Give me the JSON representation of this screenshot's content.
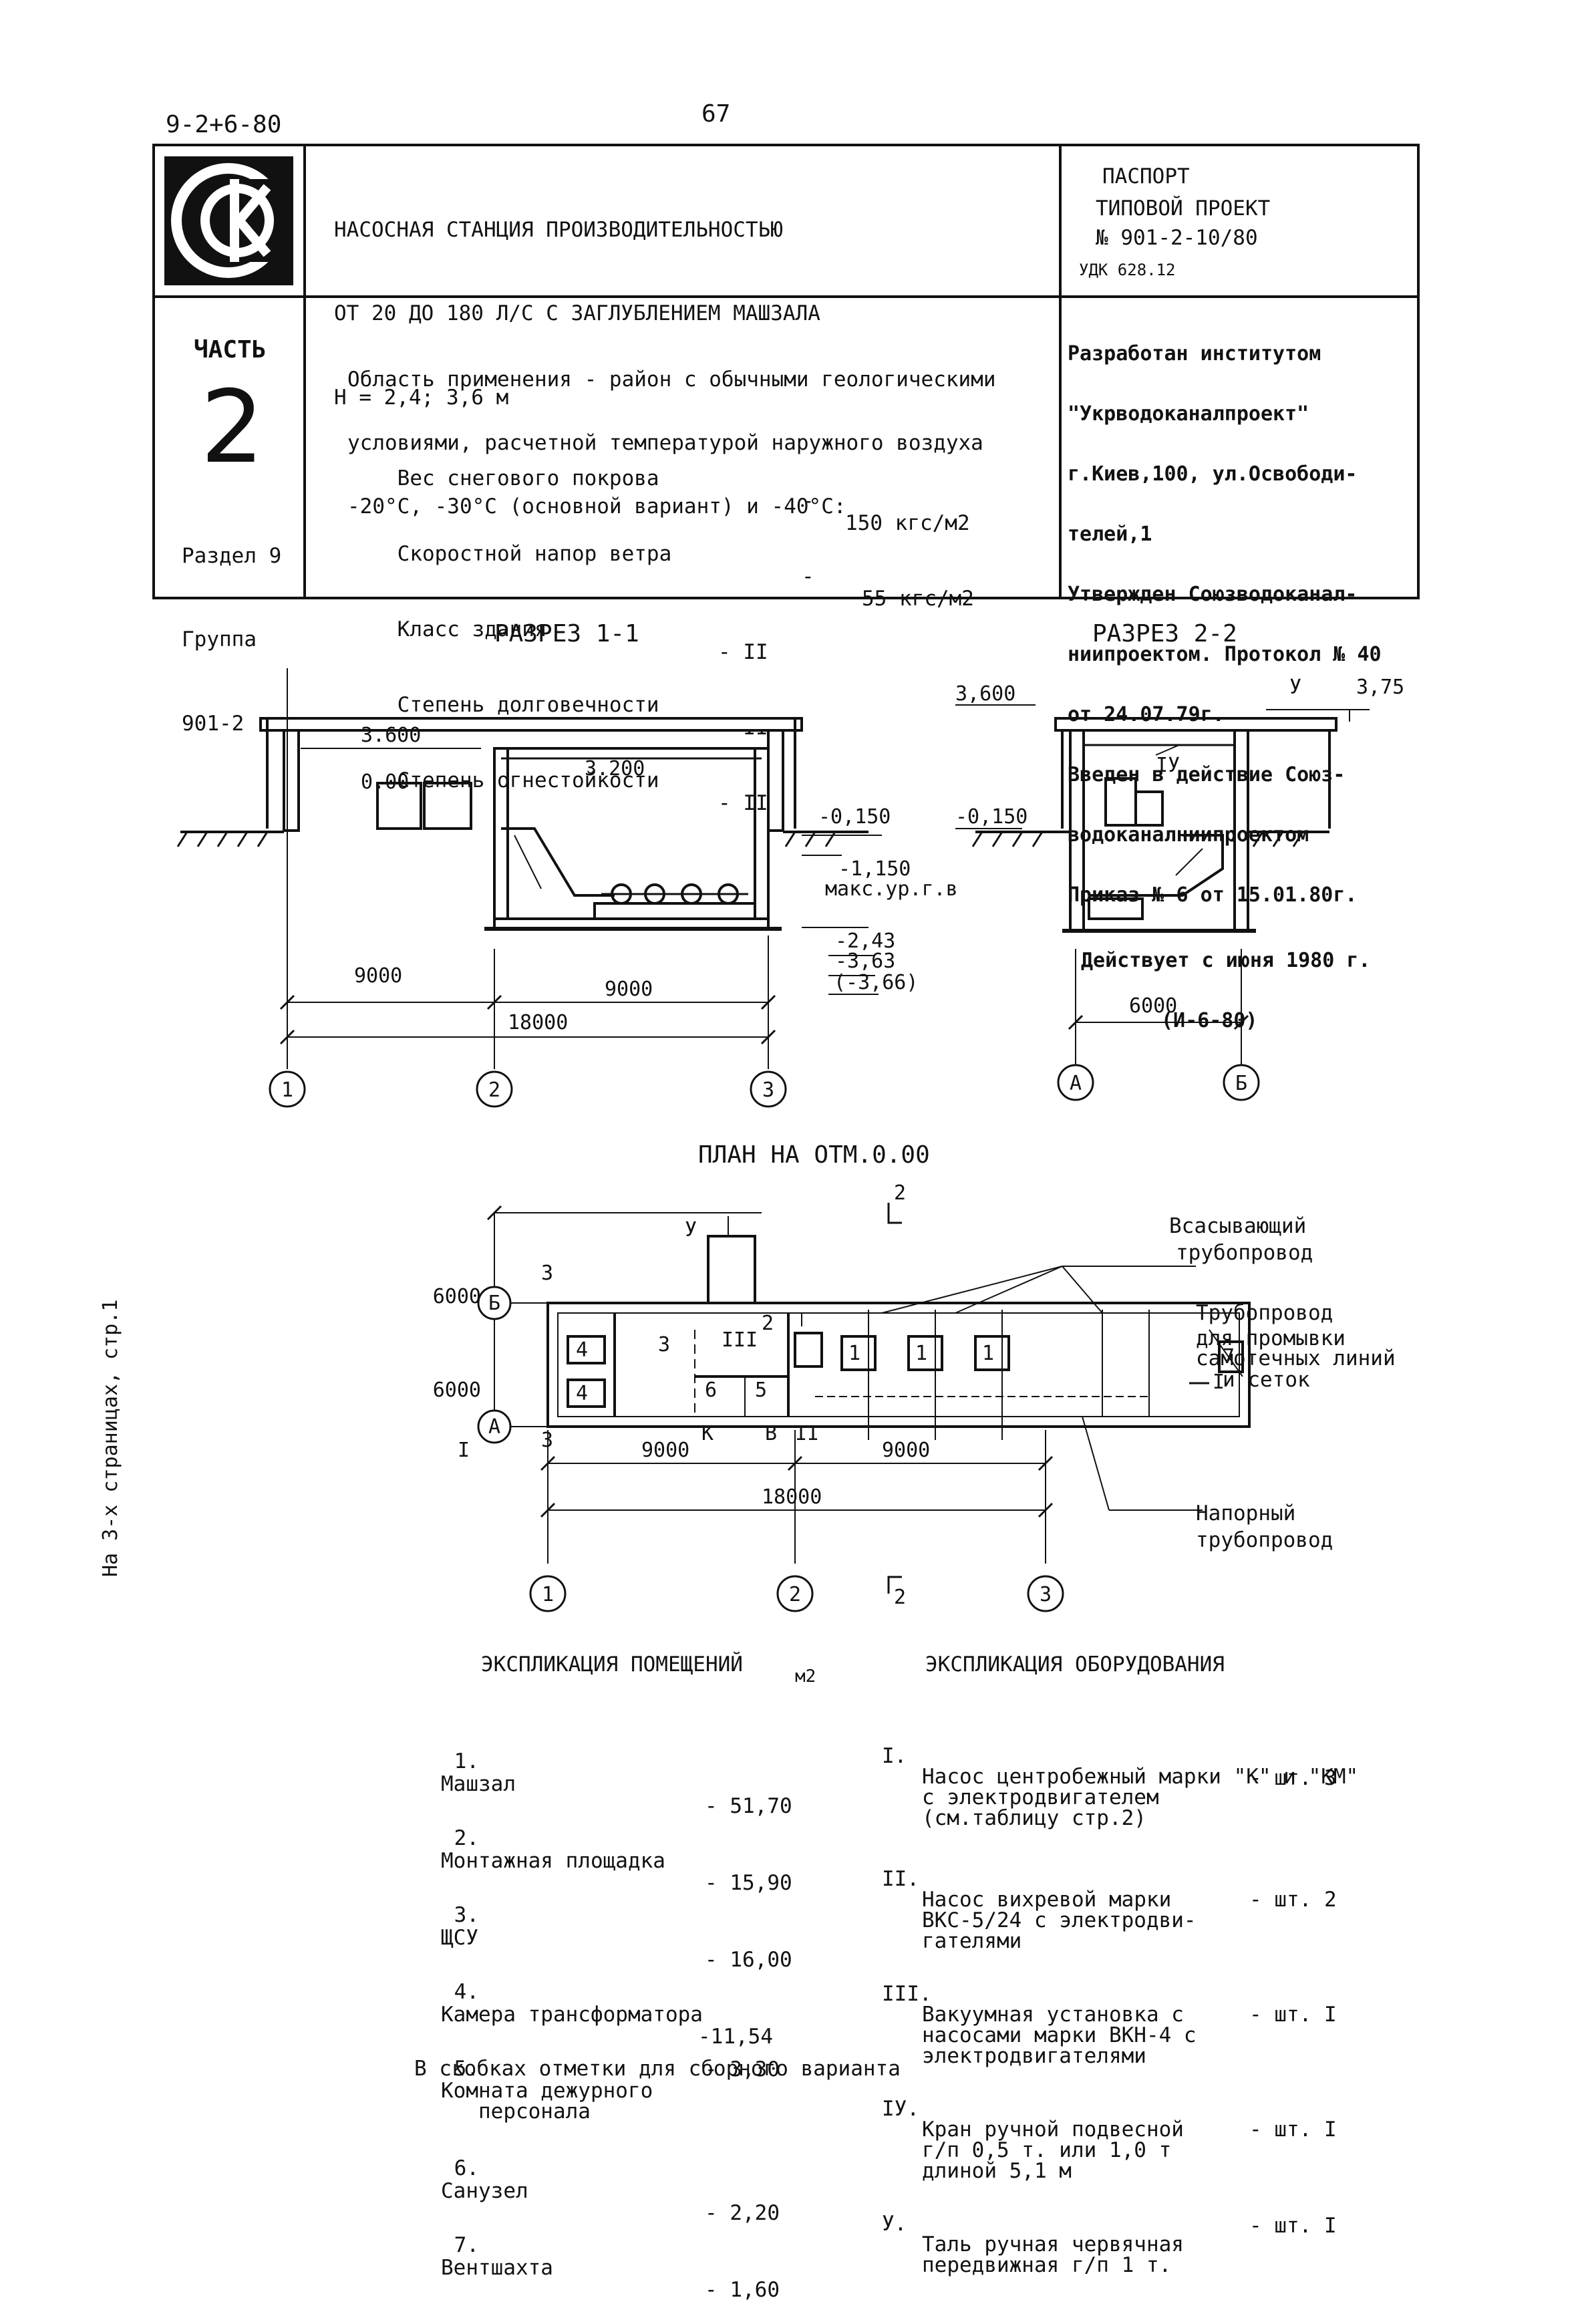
{
  "header": {
    "code_top_left": "9-2+6-80",
    "page_number": "67",
    "title_lines": [
      "НАСОСНАЯ СТАНЦИЯ ПРОИЗВОДИТЕЛЬНОСТЬЮ",
      "ОТ 20 ДО 180 Л/С С ЗАГЛУБЛЕНИЕМ МАШЗАЛА",
      "Н = 2,4; 3,6 м"
    ],
    "passport": "ПАСПОРТ",
    "project_type": "ТИПОВОЙ ПРОЕКТ",
    "project_number": "№ 901-2-10/80",
    "udk": "УДК 628.12",
    "logo": "seal-logo-ck"
  },
  "part": {
    "label": "ЧАСТЬ",
    "number": "2",
    "section": "Раздел 9",
    "group": "Группа",
    "group_code": "901-2"
  },
  "application": {
    "lines": [
      "Область применения - район с обычными геологическими",
      "условиями, расчетной температурой наружного воздуха",
      "-20°С, -30°С (основной вариант) и -40°С:"
    ],
    "params": [
      {
        "name": "Вес снегового покрова",
        "dash": "-",
        "value": "150 кгс/м2"
      },
      {
        "name": "Скоростной напор ветра",
        "dash": "-",
        "value": "55 кгс/м2"
      },
      {
        "name": "Класс здания",
        "dash": "- II",
        "value": ""
      },
      {
        "name": "Степень долговечности",
        "dash": "- II",
        "value": ""
      },
      {
        "name": "Степень огнестойкости",
        "dash": "- II",
        "value": ""
      }
    ]
  },
  "developer": {
    "lines": [
      "Разработан институтом",
      "\"Укрводоканалпроект\"",
      "г.Киев,100, ул.Освободи-",
      "телей,1",
      "Утвержден Союзводоканал-",
      "ниипроектом. Протокол № 40",
      "от 24.07.79г.",
      "Введен в действие Союз-",
      "водоканалниипроектом",
      "Приказ № 6 от 15.01.80г.",
      "Действует с июня 1980 г.",
      "(И-6-80)"
    ]
  },
  "section11": {
    "title": "РАЗРЕЗ 1-1",
    "marks": [
      "3.600",
      "3.200",
      "0.00",
      "-0,150",
      "-1,150",
      "макс.ур.г.в.",
      "-2,43",
      "-3,63",
      "(-3,66)"
    ],
    "dims": [
      "9000",
      "9000",
      "18000"
    ],
    "axes": [
      "1",
      "2",
      "3"
    ]
  },
  "section22": {
    "title": "РАЗРЕЗ 2-2",
    "marks": [
      "3,600",
      "-0,150",
      "3,75",
      "У",
      "IУ"
    ],
    "dims": [
      "6000"
    ],
    "axes": [
      "А",
      "Б"
    ]
  },
  "plan": {
    "title": "ПЛАН НА ОТМ.0.00",
    "dims_vertical": [
      "6000",
      "6000"
    ],
    "dims_horizontal": [
      "9000",
      "9000",
      "18000"
    ],
    "axes_rows": [
      "Б",
      "А"
    ],
    "axes_cols": [
      "1",
      "2",
      "3"
    ],
    "room_numbers": [
      "4",
      "4",
      "3",
      "6",
      "5",
      "2",
      "7",
      "1",
      "1",
      "1"
    ],
    "equipment_marks": [
      "III",
      "У",
      "II",
      "К",
      "В"
    ],
    "section_marks": [
      "2",
      "2",
      "I",
      "I",
      "3",
      "3"
    ],
    "callouts": [
      [
        "Всасывающий",
        "трубопровод"
      ],
      [
        "Трубопровод",
        "для промывки",
        "самотечных линий",
        "и сеток"
      ],
      [
        "Напорный",
        "трубопровод"
      ]
    ]
  },
  "rooms": {
    "title": "ЭКСПЛИКАЦИЯ ПОМЕЩЕНИЙ",
    "unit": "м2",
    "items": [
      {
        "n": "1.",
        "name": "Машзал",
        "area": "- 51,70"
      },
      {
        "n": "2.",
        "name": "Монтажная площадка",
        "area": "- 15,90"
      },
      {
        "n": "3.",
        "name": "ЩСУ",
        "area": "- 16,00"
      },
      {
        "n": "4.",
        "name": "Камера трансформатора",
        "area": "-11,54"
      },
      {
        "n": "5.",
        "name": "Комната дежурного\n   персонала",
        "area": "- 3,30"
      },
      {
        "n": "6.",
        "name": "Санузел",
        "area": "- 2,20"
      },
      {
        "n": "7.",
        "name": "Вентшахта",
        "area": "- 1,60"
      }
    ]
  },
  "equipment": {
    "title": "ЭКСПЛИКАЦИЯ ОБОРУДОВАНИЯ",
    "items": [
      {
        "n": "I.",
        "text": "Насос центробежный марки \"К\" и \"КМ\"\nс электродвигателем\n(см.таблицу стр.2)",
        "qty": "- шт. 3"
      },
      {
        "n": "II.",
        "text": "Насос вихревой марки\nВКС-5/24 с электродви-\nгателями",
        "qty": "- шт. 2"
      },
      {
        "n": "III.",
        "text": "Вакуумная установка с\nнасосами марки ВКН-4 с\nэлектродвигателями",
        "qty": "- шт. I"
      },
      {
        "n": "IУ.",
        "text": "Кран ручной подвесной\nг/п 0,5 т. или 1,0 т\nдлиной 5,1 м",
        "qty": "- шт. I"
      },
      {
        "n": "У.",
        "text": "Таль ручная червячная\nпередвижная г/п 1 т.",
        "qty": "- шт. I"
      }
    ]
  },
  "note": "В скобках отметки для сборного варианта",
  "margin_note": "На 3-х страницах, стр.1"
}
